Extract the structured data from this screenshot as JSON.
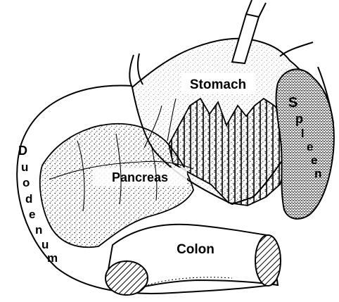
{
  "labels": {
    "stomach": "Stomach",
    "spleen": [
      "S",
      "p",
      "l",
      "e",
      "e",
      "n"
    ],
    "duodenum": [
      "D",
      "u",
      "o",
      "d",
      "e",
      "n",
      "u",
      "m"
    ],
    "pancreas": "Pancreas",
    "colon": "Colon"
  }
}
